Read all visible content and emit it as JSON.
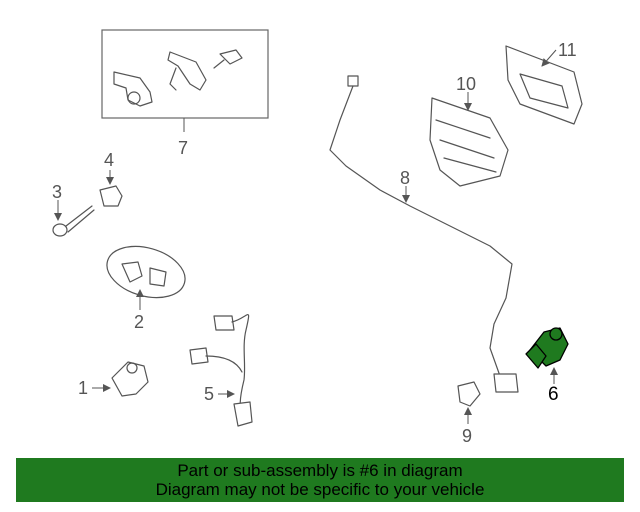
{
  "diagram": {
    "callouts": [
      {
        "id": "1",
        "label": "1"
      },
      {
        "id": "2",
        "label": "2"
      },
      {
        "id": "3",
        "label": "3"
      },
      {
        "id": "4",
        "label": "4"
      },
      {
        "id": "5",
        "label": "5"
      },
      {
        "id": "6",
        "label": "6"
      },
      {
        "id": "7",
        "label": "7"
      },
      {
        "id": "8",
        "label": "8"
      },
      {
        "id": "9",
        "label": "9"
      },
      {
        "id": "10",
        "label": "10"
      },
      {
        "id": "11",
        "label": "11"
      }
    ],
    "highlighted_part": "6",
    "highlight_color": "#1f7a1f"
  },
  "footer": {
    "line1": "Part or sub-assembly is #6 in diagram",
    "line2": "Diagram may not be specific to your vehicle",
    "background": "#1f7a1f"
  }
}
